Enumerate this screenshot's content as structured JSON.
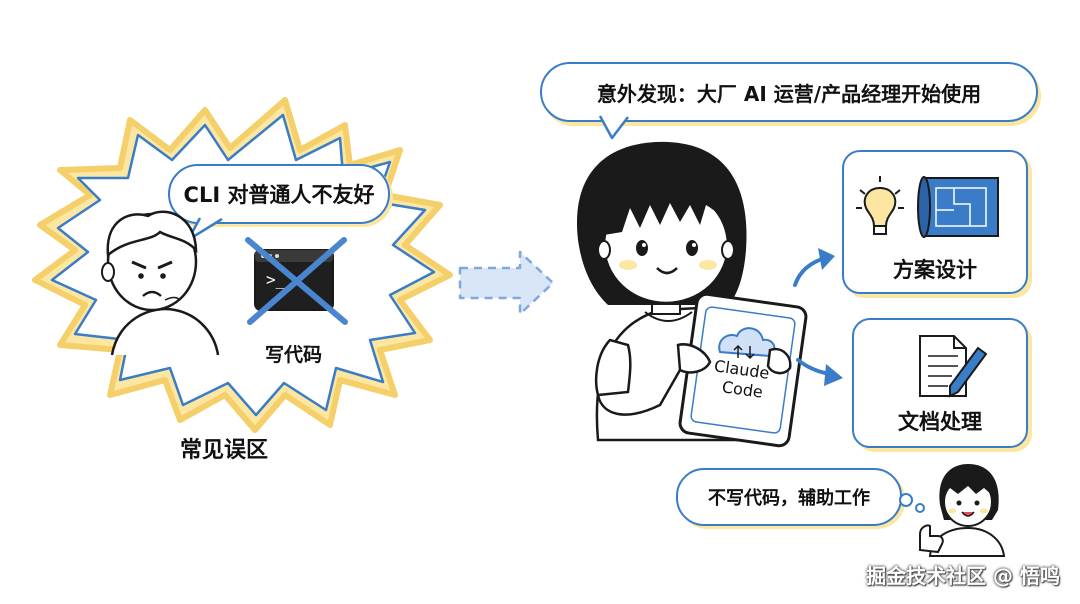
{
  "left": {
    "speech_bubble": "CLI 对普通人不友好",
    "crossed_label": "写代码",
    "caption": "常见误区"
  },
  "right": {
    "top_bubble": "意外发现：大厂 AI 运营/产品经理开始使用",
    "tablet_text_line1": "Claude",
    "tablet_text_line2": "Code",
    "card1_label": "方案设计",
    "card2_label": "文档处理",
    "bottom_bubble": "不写代码，辅助工作"
  },
  "watermark": "掘金技术社区 @ 悟鸣",
  "colors": {
    "outline_blue": "#3a7cc7",
    "fill_yellow": "#fbe6a2",
    "arrow_blue": "#a9c7ee",
    "ink": "#1a1a1a"
  }
}
